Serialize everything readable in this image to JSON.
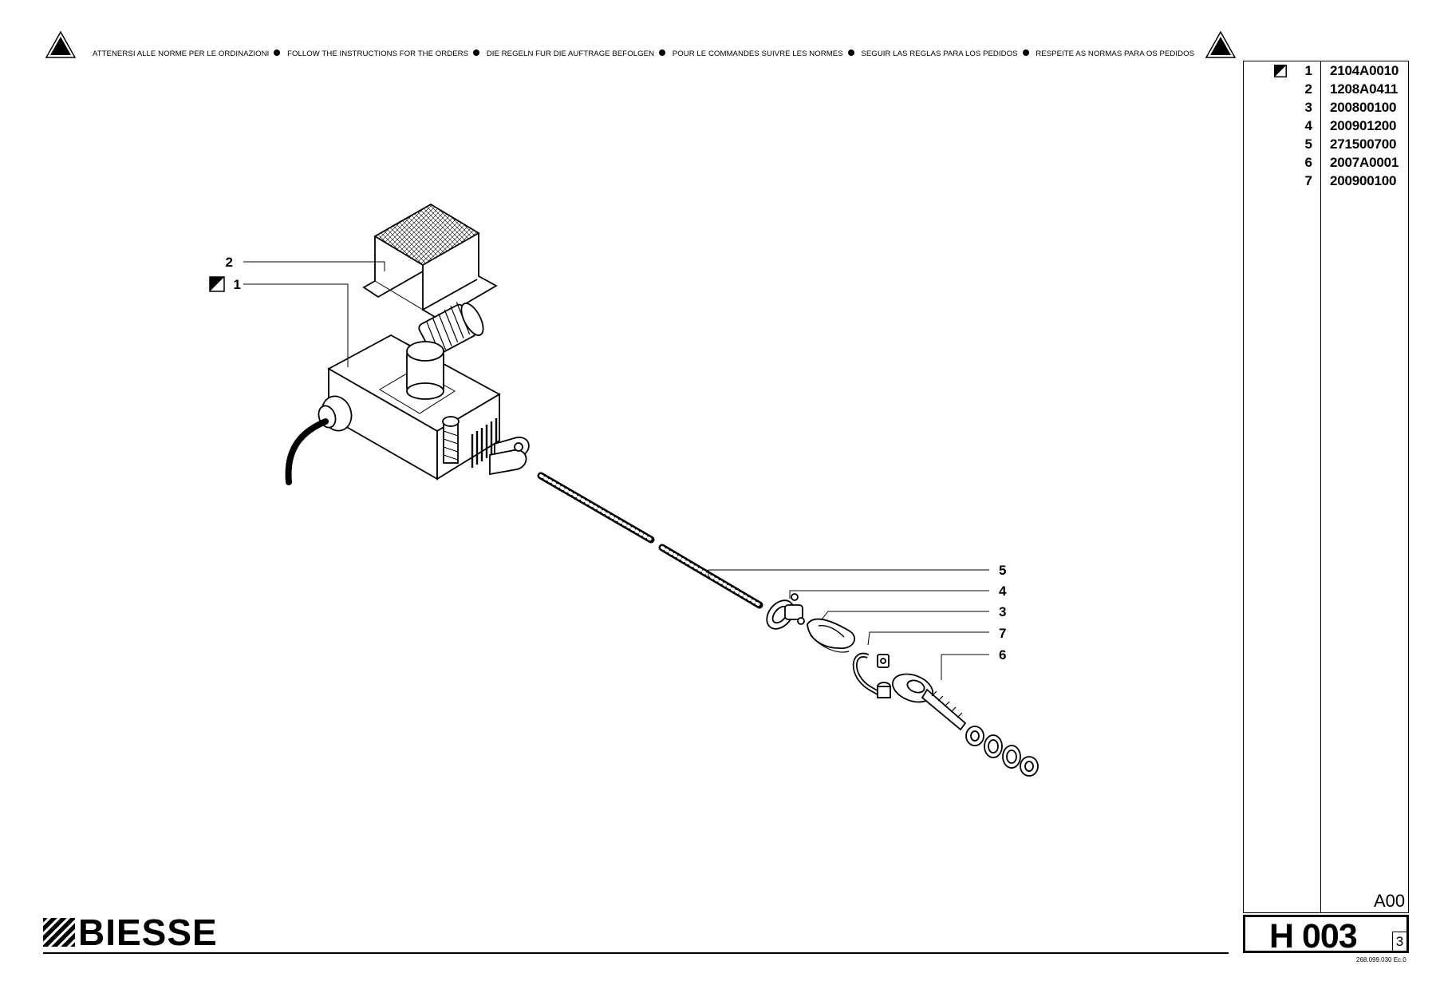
{
  "banner": {
    "items": [
      "ATTENERSI ALLE NORME PER LE ORDINAZIONI",
      "FOLLOW THE INSTRUCTIONS FOR THE ORDERS",
      "DIE REGELN FUR DIE AUFTRAGE BEFOLGEN",
      "POUR LE COMMANDES SUIVRE LES NORMES",
      "SEGUIR LAS REGLAS PARA LOS PEDIDOS",
      "RESPEITE AS NORMAS PARA OS PEDIDOS"
    ],
    "icon": "warning-triangle-icon"
  },
  "callouts": {
    "c1": "1",
    "c2": "2",
    "c3": "3",
    "c4": "4",
    "c5": "5",
    "c6": "6",
    "c7": "7"
  },
  "parts": [
    {
      "index": "1",
      "code": "2104A0010",
      "icon": "half-filled-square-icon"
    },
    {
      "index": "2",
      "code": "1208A0411"
    },
    {
      "index": "3",
      "code": "200800100"
    },
    {
      "index": "4",
      "code": "200901200"
    },
    {
      "index": "5",
      "code": "271500700"
    },
    {
      "index": "6",
      "code": "2007A0001"
    },
    {
      "index": "7",
      "code": "200900100"
    }
  ],
  "revision": "A00",
  "title": {
    "code": "H 003",
    "sheet": "3"
  },
  "doc_number": "268.099.030 Ec.0",
  "logo": {
    "text": "BIESSE",
    "icon": "biesse-stripes-icon"
  }
}
